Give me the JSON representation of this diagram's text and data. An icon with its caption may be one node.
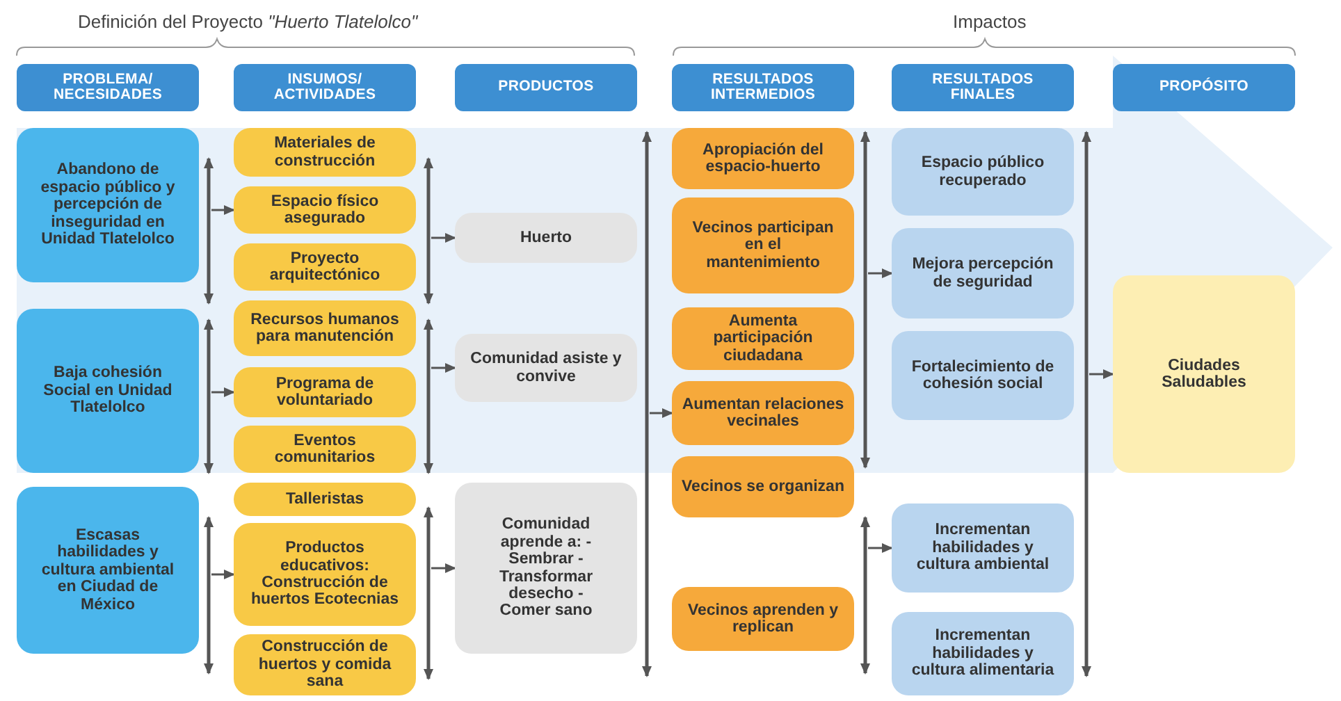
{
  "diagram": {
    "nodes": [
      {
        "text": [
          "PROBLEMA/ NECESIDADES"
        ]
      },
      {
        "text": [
          "INSUMOS/ ACTIVIDADES"
        ]
      },
      {
        "text": [
          "PRODUCTOS"
        ]
      },
      {
        "text": [
          "RESULTADOS INTERMEDIOS"
        ]
      },
      {
        "text": [
          "RESULTADOS FINALES"
        ]
      },
      {
        "text": [
          "PROPÓSITO"
        ]
      },
      {
        "text": [
          "Abandono de espacio público y percepción de inseguridad en Unidad Tlatelolco"
        ]
      },
      {
        "text": [
          "Baja cohesión Social en Unidad Tlatelolco"
        ]
      },
      {
        "text": [
          "Escasas habilidades y cultura ambiental en Ciudad de México"
        ]
      },
      {
        "text": [
          "Materiales de construcción"
        ]
      },
      {
        "text": [
          "Espacio físico asegurado"
        ]
      },
      {
        "text": [
          "Proyecto arquitectónico"
        ]
      },
      {
        "text": [
          "Recursos humanos para manutención"
        ]
      },
      {
        "text": [
          "Programa de voluntariado"
        ]
      },
      {
        "text": [
          "Eventos comunitarios"
        ]
      },
      {
        "text": [
          "Talleristas"
        ]
      },
      {
        "text": [
          "Productos educativos: Construcción de huertos Ecotecnias"
        ]
      },
      {
        "text": [
          "Construcción de huertos y comida sana"
        ]
      },
      {
        "text": [
          "Huerto"
        ]
      },
      {
        "text": [
          "Comunidad asiste y convive"
        ]
      },
      {
        "text": [
          "Comunidad aprende a: -Sembrar -Transformar desecho -Comer sano"
        ]
      },
      {
        "text": [
          "Apropiación del espacio-huerto"
        ]
      },
      {
        "text": [
          "Vecinos participan en el mantenimiento"
        ]
      },
      {
        "text": [
          "Aumenta participación ciudadana"
        ]
      },
      {
        "text": [
          "Aumentan relaciones vecinales"
        ]
      },
      {
        "text": [
          "Vecinos se organizan"
        ]
      },
      {
        "text": [
          "Vecinos aprenden y replican"
        ]
      },
      {
        "text": [
          "Espacio público recuperado"
        ]
      },
      {
        "text": [
          "Mejora percepción de seguridad"
        ]
      },
      {
        "text": [
          "Fortalecimiento de cohesión social"
        ]
      },
      {
        "text": [
          "Incrementan habilidades y cultura ambiental"
        ]
      },
      {
        "text": [
          "Incrementan habilidades y cultura alimentaria"
        ]
      },
      {
        "text": [
          "Ciudades Saludables"
        ]
      },
      {
        "text": [],
        "shape": "bar"
      },
      {
        "text": [],
        "shape": "bar"
      },
      {
        "text": [],
        "shape": "bar"
      },
      {
        "text": [],
        "shape": "bar"
      },
      {
        "text": [],
        "shape": "bar"
      },
      {
        "text": [],
        "shape": "bar"
      },
      {
        "text": [],
        "shape": "bar"
      },
      {
        "text": [],
        "shape": "bar"
      },
      {
        "text": [],
        "shape": "bar"
      },
      {
        "text": [],
        "shape": "bar"
      }
    ],
    "edges": [
      {
        "from": 33,
        "to": 10,
        "arrow": "to"
      },
      {
        "from": 34,
        "to": 13,
        "arrow": "to"
      },
      {
        "from": 35,
        "to": 16,
        "arrow": "to"
      },
      {
        "from": 36,
        "to": 18,
        "arrow": "to"
      },
      {
        "from": 37,
        "to": 19,
        "arrow": "to"
      },
      {
        "from": 38,
        "to": 20,
        "arrow": "to"
      },
      {
        "from": 39,
        "to": 24,
        "arrow": "to"
      },
      {
        "from": 40,
        "to": 28,
        "arrow": "to"
      },
      {
        "from": 41,
        "to": 30,
        "arrow": "to"
      },
      {
        "from": 42,
        "to": 32,
        "arrow": "to"
      }
    ],
    "labels": [
      "Definición del Proyecto *\"Huerto Tlatelolco\"*",
      "Impactos"
    ]
  }
}
